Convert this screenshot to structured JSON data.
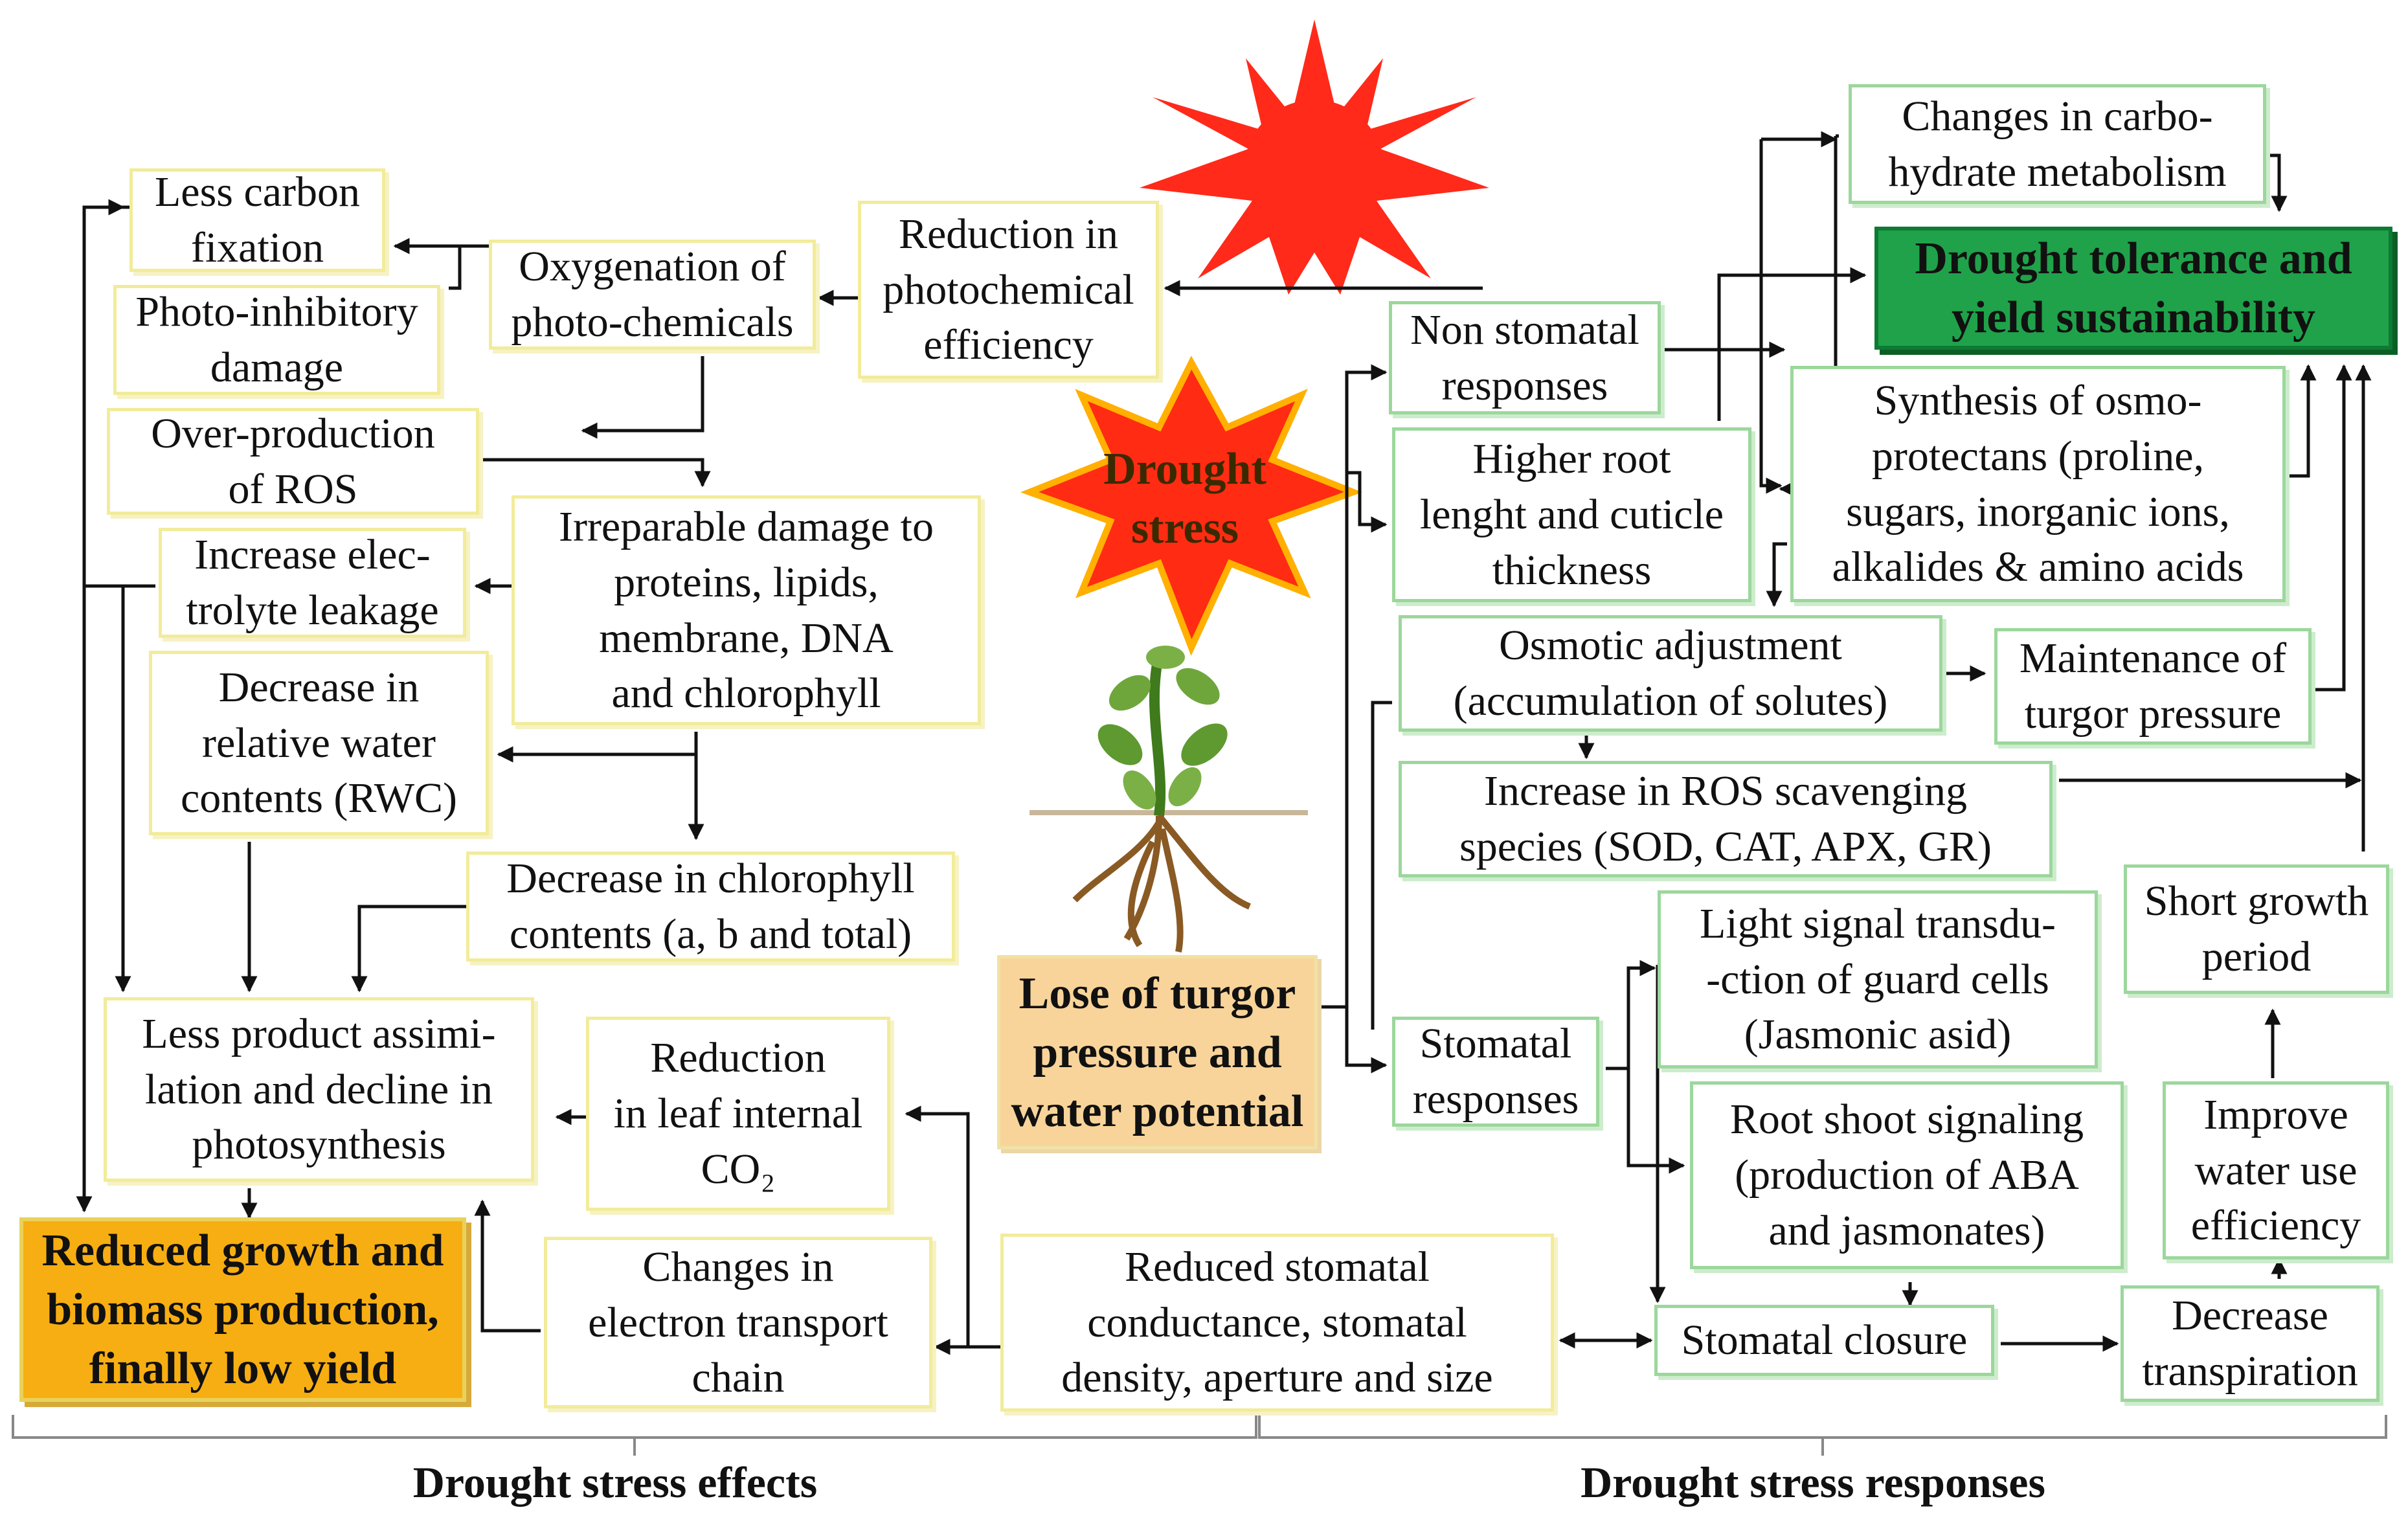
{
  "center": {
    "title": "Drought\nstress"
  },
  "boxes": {
    "less_carbon": "Less carbon\nfixation",
    "photo_inhibitory": "Photo-inhibitory\ndamage",
    "oxygenation": "Oxygenation of\nphoto-chemicals",
    "reduction_photochem": "Reduction in\nphotochemical\nefficiency",
    "overproduction_ros": "Over-production\nof ROS",
    "electrolyte": "Increase elec-\ntrolyte leakage",
    "irreparable": "Irreparable damage to\nproteins, lipids,\nmembrane, DNA\nand chlorophyll",
    "rwc": "Decrease in\nrelative water\ncontents (RWC)",
    "chlorophyll": "Decrease in chlorophyll\ncontents (a, b and total)",
    "less_product": "Less product assimi-\nlation and decline in\nphotosynthesis",
    "leaf_co2": "Reduction\nin leaf internal\nCO₂",
    "reduced_growth": "Reduced growth and\nbiomass production,\nfinally low yield",
    "electron": "Changes in\nelectron transport\nchain",
    "lose_turgor": "Lose of turgor\npressure and\nwater potential",
    "reduced_stomatal": "Reduced stomatal\nconductance, stomatal\ndensity, aperture and size",
    "carbohydrate": "Changes in carbo-\nhydrate metabolism",
    "tolerance": "Drought tolerance and\nyield sustainability",
    "non_stomatal": "Non stomatal\nresponses",
    "higher_root": "Higher root\nlenght and cuticle\nthickness",
    "osmoprotectans": "Synthesis of osmo-\nprotectans (proline,\nsugars, inorganic ions,\nalkalides & amino acids",
    "osmotic": "Osmotic adjustment\n(accumulation of solutes)",
    "maintenance": "Maintenance of\nturgor pressure",
    "ros_scavenging": "Increase in ROS scavenging\nspecies (SOD, CAT, APX, GR)",
    "light_signal": "Light signal transdu-\n-ction of guard cells\n(Jasmonic asid)",
    "short_growth": "Short growth\nperiod",
    "stomatal_resp": "Stomatal\nresponses",
    "root_shoot": "Root shoot signaling\n(production of ABA\nand jasmonates)",
    "improve_wue": "Improve\nwater use\nefficiency",
    "stomatal_closure": "Stomatal closure",
    "decrease_transp": "Decrease\ntranspiration"
  },
  "footer": {
    "effects": "Drought stress effects",
    "responses": "Drought stress responses"
  },
  "colors": {
    "sun": "#ff2a1a",
    "tolerance": "#1fa24a",
    "reduced_growth": "#f7ae12",
    "lose_turgor": "#f8d49a",
    "effect_border": "#f2ec9a",
    "response_border": "#9cd79c"
  },
  "icons": [
    "sun-icon",
    "drought-burst-icon",
    "wilted-plant-icon"
  ]
}
